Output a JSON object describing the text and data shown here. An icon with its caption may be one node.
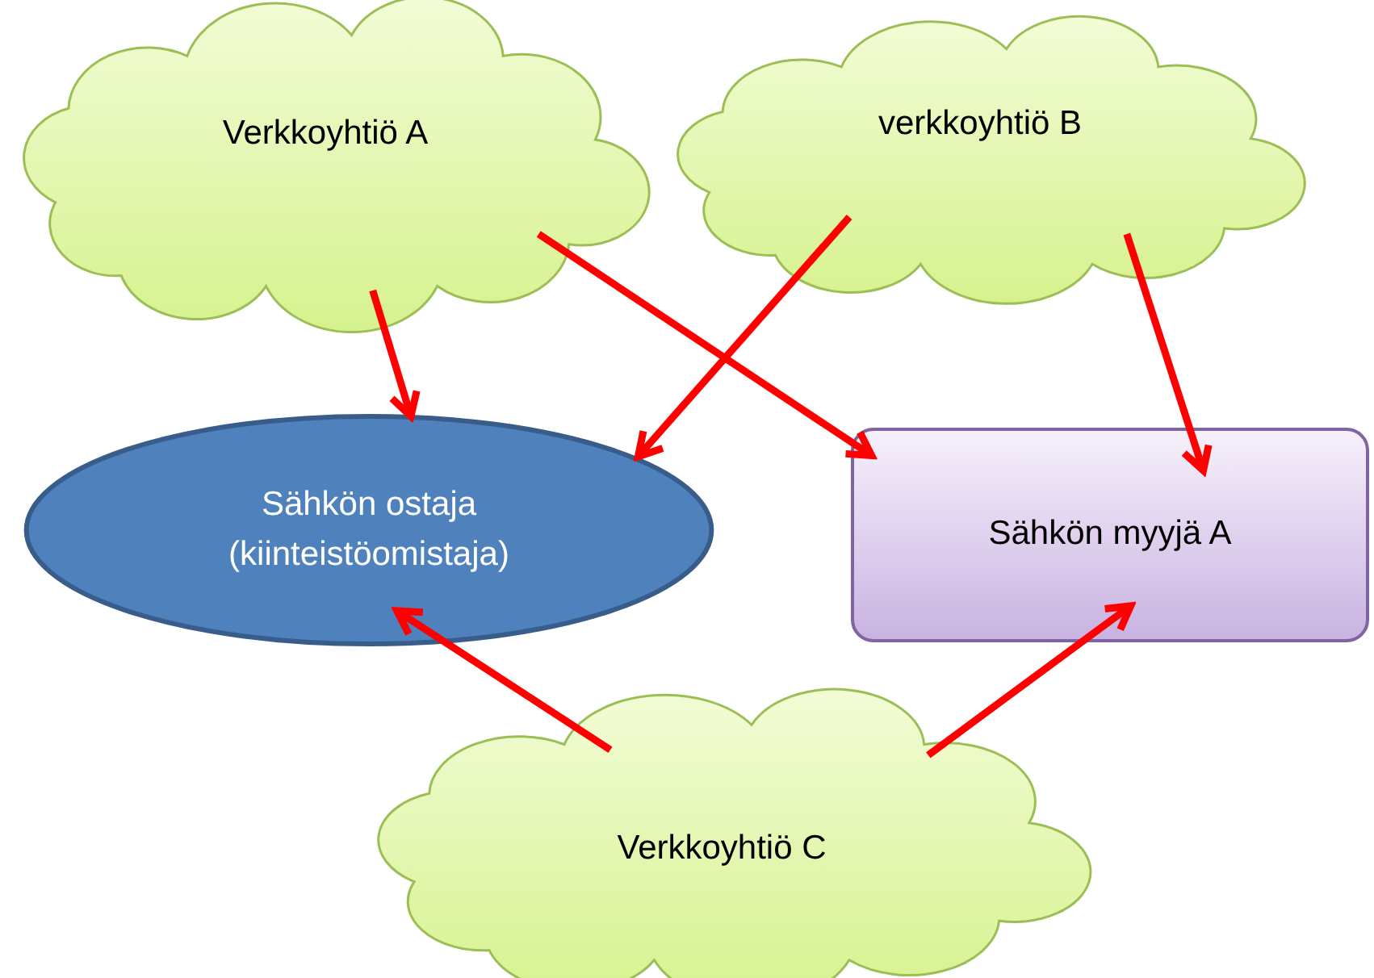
{
  "diagram": {
    "nodes": [
      {
        "text": [
          "Verkkoyhtiö A"
        ]
      },
      {
        "text": [
          "verkkoyhtiö B"
        ]
      },
      {
        "text": [
          "Sähkön ostaja (kiinteistöomistaja)"
        ]
      },
      {
        "text": [
          "Sähkön myyjä A"
        ]
      },
      {
        "text": [
          "Verkkoyhtiö C"
        ]
      }
    ],
    "edges": [
      {
        "from": 0,
        "to": 2,
        "arrow": "to"
      },
      {
        "from": 0,
        "to": 3,
        "arrow": "to"
      },
      {
        "from": 1,
        "to": 2,
        "arrow": "to"
      },
      {
        "from": 1,
        "to": 3,
        "arrow": "to"
      },
      {
        "from": 4,
        "to": 2,
        "arrow": "to"
      },
      {
        "from": 4,
        "to": 3,
        "arrow": "to"
      }
    ]
  }
}
